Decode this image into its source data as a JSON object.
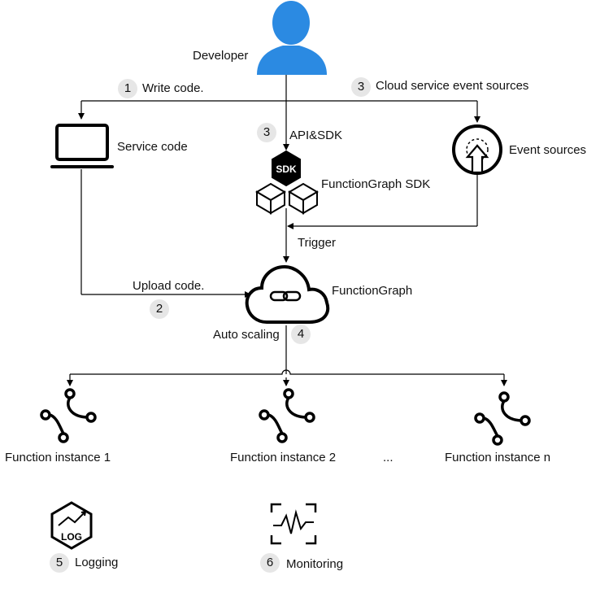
{
  "developer": {
    "label": "Developer"
  },
  "steps": {
    "write_code": {
      "num": "1",
      "label": "Write code."
    },
    "upload_code": {
      "num": "2",
      "label": "Upload code."
    },
    "api_sdk": {
      "num": "3",
      "label": "API&SDK"
    },
    "cloud_events": {
      "num": "3",
      "label": "Cloud service event sources"
    },
    "auto_scaling": {
      "num": "4",
      "label": "Auto scaling"
    },
    "logging": {
      "num": "5",
      "label": "Logging"
    },
    "monitoring": {
      "num": "6",
      "label": "Monitoring"
    }
  },
  "nodes": {
    "service_code": "Service code",
    "event_sources": "Event sources",
    "sdk": "FunctionGraph SDK",
    "sdk_box": "SDK",
    "functiongraph": "FunctionGraph",
    "trigger": "Trigger",
    "log_icon_text": "LOG"
  },
  "instances": [
    "Function instance 1",
    "Function instance 2",
    "Function instance n"
  ],
  "ellipsis": "...",
  "colors": {
    "developer": "#2b8ae2",
    "line": "#000000",
    "badge": "#e6e6e6"
  }
}
